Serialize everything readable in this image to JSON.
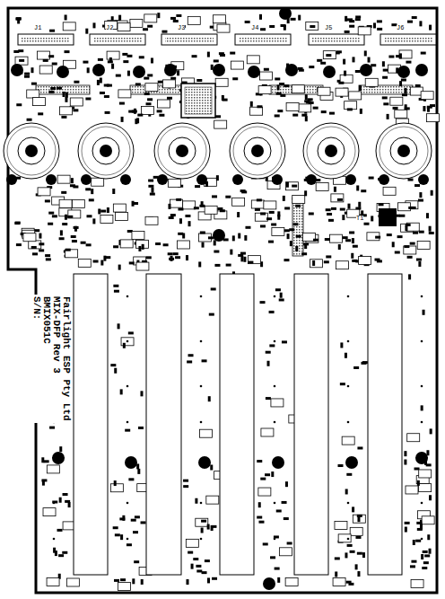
{
  "diagram": {
    "labels": [
      "Fairlight ESP Pty Ltd",
      "MIX-DFP Rev 3",
      "BMIX051C",
      "S/N:",
      "J1",
      "J2",
      "J3",
      "J4",
      "J5",
      "J6",
      "T1"
    ]
  }
}
